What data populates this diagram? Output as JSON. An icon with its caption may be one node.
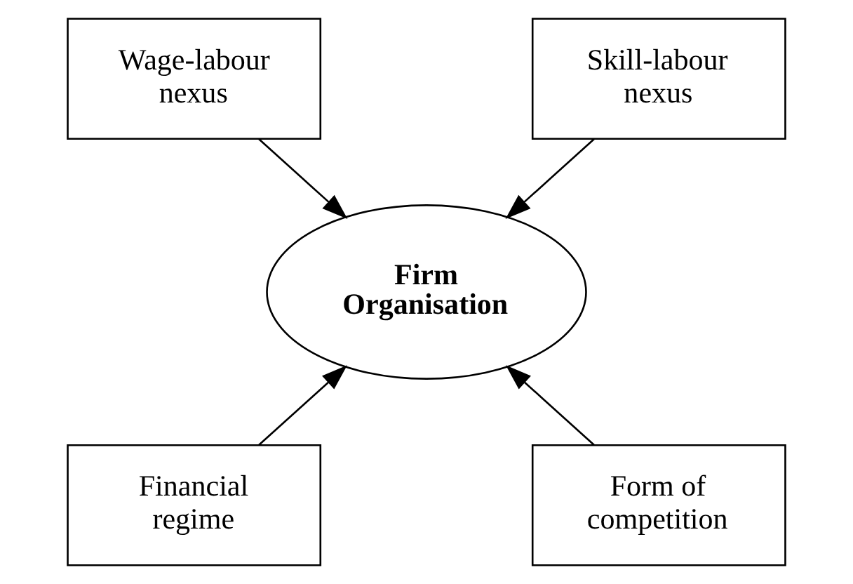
{
  "diagram": {
    "nodes": [
      {
        "text": [
          "Wage-labour nexus"
        ]
      },
      {
        "text": [
          "Skill-labour nexus"
        ]
      },
      {
        "text": [
          "Firm Organisation"
        ]
      },
      {
        "text": [
          "Financial regime"
        ]
      },
      {
        "text": [
          "Form of competition"
        ]
      }
    ],
    "edges": [
      {
        "from": 0,
        "to": 2,
        "arrow": "to"
      },
      {
        "from": 1,
        "to": 2,
        "arrow": "to"
      },
      {
        "from": 3,
        "to": 2,
        "arrow": "to"
      },
      {
        "from": 4,
        "to": 2,
        "arrow": "to"
      }
    ]
  }
}
